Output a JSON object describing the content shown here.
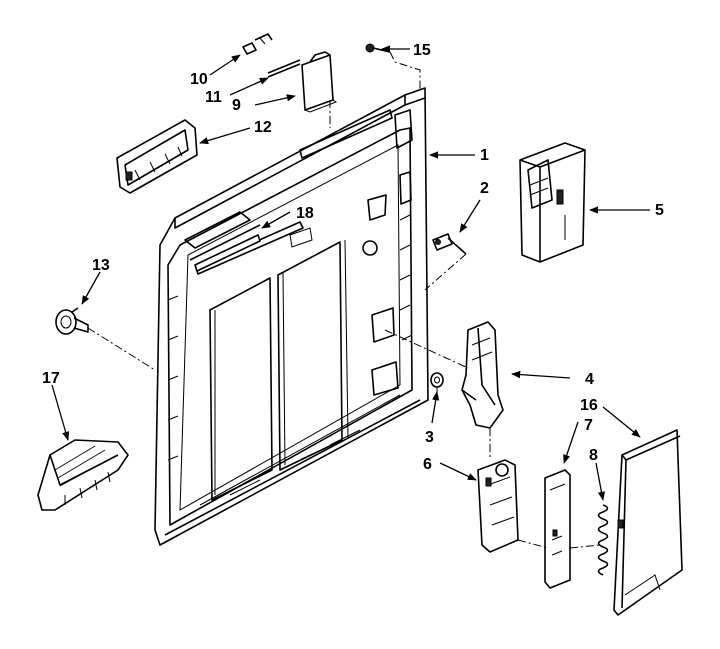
{
  "callouts": {
    "c1": "1",
    "c2": "2",
    "c3": "3",
    "c4": "4",
    "c5": "5",
    "c6": "6",
    "c7": "7",
    "c8": "8",
    "c9": "9",
    "c10": "10",
    "c11": "11",
    "c12": "12",
    "c13": "13",
    "c15": "15",
    "c16": "16",
    "c17": "17",
    "c18": "18"
  }
}
